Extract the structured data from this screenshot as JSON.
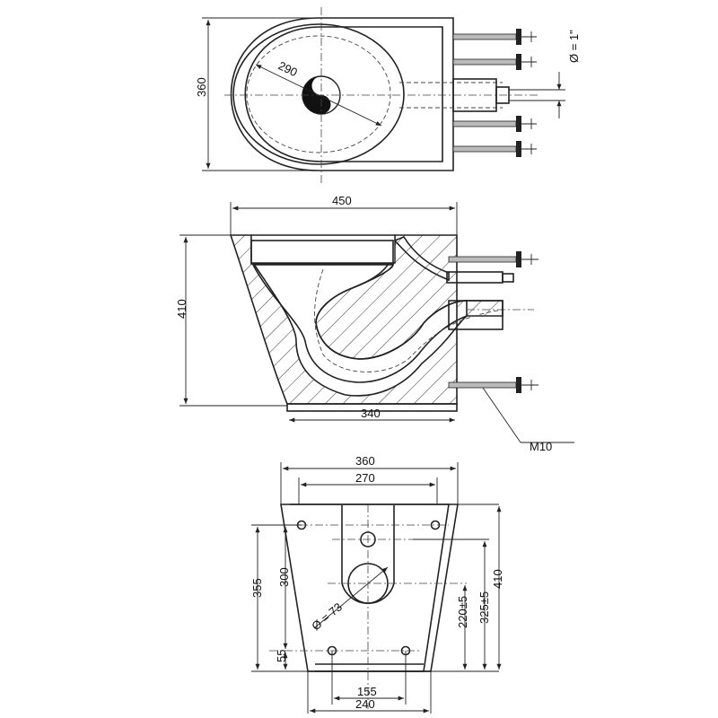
{
  "top_view": {
    "height_label": "360",
    "bowl_label": "290",
    "pipe_label": "Ø = 1\""
  },
  "side_view": {
    "width_label": "450",
    "height_label": "410",
    "base_label": "340",
    "bolt_label": "M10"
  },
  "rear_view": {
    "top_width_label": "360",
    "inner_width_label": "270",
    "bottom_width_label": "240",
    "bottom_inner_label": "155",
    "left_outer_label": "355",
    "left_inner_label": "300",
    "left_low_label": "55",
    "hole_label": "Ø = 73",
    "right_a_label": "220±5",
    "right_b_label": "325±5",
    "right_c_label": "410"
  }
}
